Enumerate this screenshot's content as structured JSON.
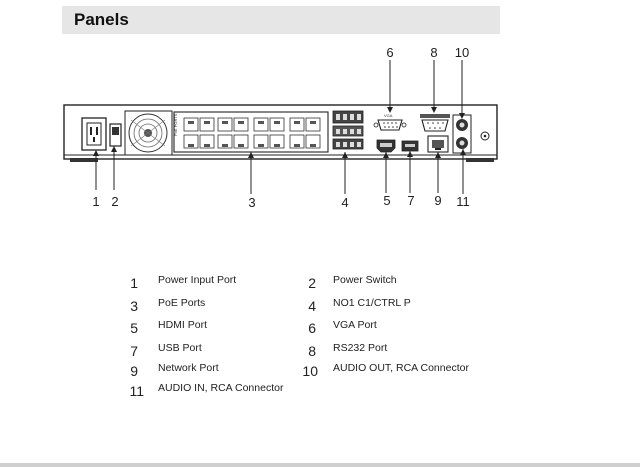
{
  "header": {
    "title": "Panels"
  },
  "callouts": [
    "1",
    "2",
    "3",
    "4",
    "5",
    "7",
    "9",
    "11",
    "6",
    "8",
    "10"
  ],
  "panel_text": {
    "vga": "VGA",
    "poe": "PoE PORTS"
  },
  "legend": [
    {
      "num": "1",
      "label": "Power Input Port"
    },
    {
      "num": "2",
      "label": "Power Switch"
    },
    {
      "num": "3",
      "label": "PoE Ports"
    },
    {
      "num": "4",
      "label": "NO1 C1/CTRL P"
    },
    {
      "num": "5",
      "label": "HDMI Port"
    },
    {
      "num": "6",
      "label": "VGA Port"
    },
    {
      "num": "7",
      "label": "USB Port"
    },
    {
      "num": "8",
      "label": "RS232 Port"
    },
    {
      "num": "9",
      "label": "Network Port"
    },
    {
      "num": "10",
      "label": "AUDIO OUT, RCA Connector"
    },
    {
      "num": "11",
      "label": "AUDIO IN, RCA Connector"
    }
  ]
}
